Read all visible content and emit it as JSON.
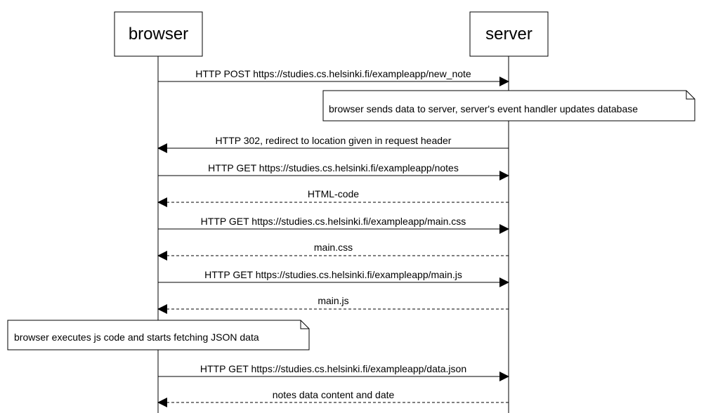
{
  "participants": [
    {
      "id": "browser",
      "label": "browser"
    },
    {
      "id": "server",
      "label": "server"
    }
  ],
  "messages": [
    {
      "from": "browser",
      "to": "server",
      "label": "HTTP POST https://studies.cs.helsinki.fi/exampleapp/new_note",
      "style": "solid"
    },
    {
      "from": "server",
      "to": "browser",
      "label": "HTTP 302, redirect to location given in request header",
      "style": "solid"
    },
    {
      "from": "browser",
      "to": "server",
      "label": "HTTP GET https://studies.cs.helsinki.fi/exampleapp/notes",
      "style": "solid"
    },
    {
      "from": "server",
      "to": "browser",
      "label": "HTML-code",
      "style": "dashed"
    },
    {
      "from": "browser",
      "to": "server",
      "label": "HTTP GET https://studies.cs.helsinki.fi/exampleapp/main.css",
      "style": "solid"
    },
    {
      "from": "server",
      "to": "browser",
      "label": "main.css",
      "style": "dashed"
    },
    {
      "from": "browser",
      "to": "server",
      "label": "HTTP GET https://studies.cs.helsinki.fi/exampleapp/main.js",
      "style": "solid"
    },
    {
      "from": "server",
      "to": "browser",
      "label": "main.js",
      "style": "dashed"
    },
    {
      "from": "browser",
      "to": "server",
      "label": "HTTP GET https://studies.cs.helsinki.fi/exampleapp/data.json",
      "style": "solid"
    },
    {
      "from": "server",
      "to": "browser",
      "label": "notes data content and date",
      "style": "dashed"
    }
  ],
  "notes": [
    {
      "anchor": "server",
      "side": "left-of",
      "text": "browser sends data to server, server's event handler updates database"
    },
    {
      "anchor": "browser",
      "side": "left-of",
      "text": "browser executes js code and starts fetching JSON data"
    }
  ],
  "colors": {
    "line": "#000000",
    "background": "#ffffff"
  }
}
